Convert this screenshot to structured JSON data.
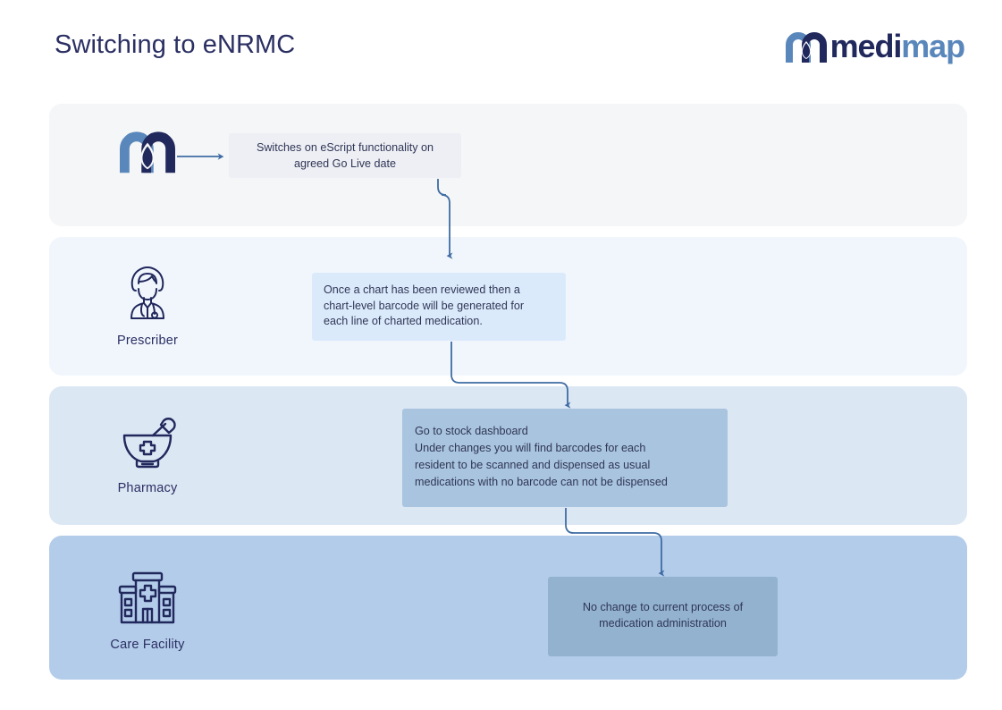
{
  "header": {
    "title": "Switching to eNRMC",
    "brand": {
      "mark_icon": "medimap-logo-icon",
      "name_part1": "medi",
      "name_part2": "map",
      "color_dark": "#21285c",
      "color_light": "#5a87bb"
    }
  },
  "colors": {
    "title": "#2b2f62",
    "band_medimap": "#f5f6f7",
    "band_prescriber": "#f1f6fd",
    "band_pharmacy": "#dce7f4",
    "band_carefacility": "#b3ccea",
    "box_medimap": "#eeeff4",
    "box_prescriber": "#dbeafb",
    "box_pharmacy": "#a9c4de",
    "box_carefacility": "#93b2cf",
    "connector": "#3f6ca3",
    "icon_stroke": "#21285c"
  },
  "lanes": [
    {
      "id": "medimap",
      "label": "",
      "icon": "medimap-logo-icon",
      "message": {
        "align": "center",
        "lines": [
          "Switches on eScript functionality on",
          "agreed Go Live date"
        ]
      }
    },
    {
      "id": "prescriber",
      "label": "Prescriber",
      "icon": "prescriber-doctor-icon",
      "message": {
        "align": "left",
        "lines": [
          "Once a chart has been reviewed then a",
          "chart-level barcode will be generated for",
          "each line of charted medication."
        ]
      }
    },
    {
      "id": "pharmacy",
      "label": "Pharmacy",
      "icon": "mortar-and-pestle-icon",
      "message": {
        "align": "left",
        "lines": [
          "Go to stock dashboard",
          "Under changes you will find barcodes for each",
          "resident to be scanned and dispensed as usual",
          "medications with no barcode can not be dispensed"
        ]
      }
    },
    {
      "id": "carefacility",
      "label": "Care Facility",
      "icon": "hospital-building-icon",
      "message": {
        "align": "center",
        "lines": [
          "No change to current process of",
          "medication administration"
        ]
      }
    }
  ],
  "connectors": [
    {
      "id": "logo-to-box",
      "type": "straight-arrow-right"
    },
    {
      "id": "medimap-to-prescriber",
      "type": "elbow-arrow-down"
    },
    {
      "id": "prescriber-to-pharmacy",
      "type": "elbow-arrow-down"
    },
    {
      "id": "pharmacy-to-carefacility",
      "type": "elbow-arrow-down"
    }
  ]
}
